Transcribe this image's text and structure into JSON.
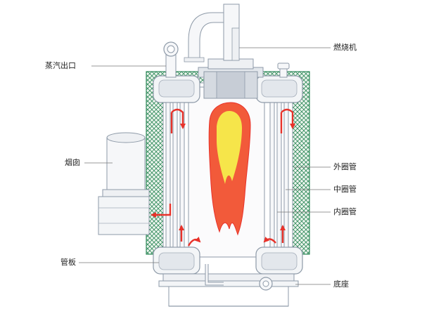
{
  "labels": {
    "burner": "燃烧机",
    "steam_outlet": "蒸汽出口",
    "chimney": "烟囱",
    "outer_tube": "外圈管",
    "middle_tube": "中圈管",
    "inner_tube": "内圈管",
    "tube_plate": "管板",
    "base": "底座"
  },
  "colors": {
    "outline": "#8e9aa8",
    "insulation": "#2f8a5a",
    "flame_outer": "#f25a3a",
    "flame_inner": "#f6e54a",
    "arrow": "#e8322a",
    "panel_light": "#f3f5f7",
    "panel_mid": "#e3e7ec"
  }
}
